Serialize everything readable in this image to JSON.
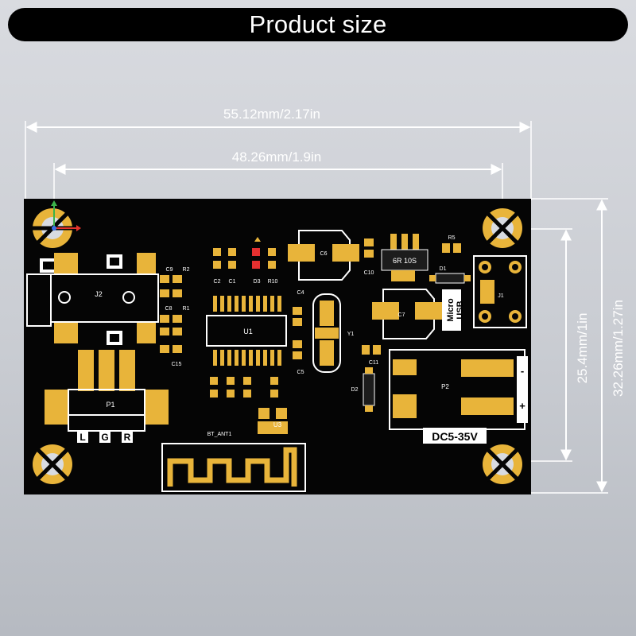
{
  "header": {
    "title": "Product size"
  },
  "dimensions": {
    "total_width": "55.12mm/2.17in",
    "hole_spacing_width": "48.26mm/1.9in",
    "hole_spacing_height": "25.4mm/1in",
    "total_height": "32.26mm/1.27in"
  },
  "board": {
    "color_board": "#050505",
    "color_pad": "#e8b43a",
    "color_silk": "#ffffff",
    "labels": {
      "g": "G",
      "l": "L",
      "r": "R",
      "j2": "J2",
      "p1": "P1",
      "p1_l": "L",
      "p1_g": "G",
      "p1_r": "R",
      "c9": "C9",
      "r2": "R2",
      "c8": "C8",
      "r1": "R1",
      "c15": "C15",
      "c2": "C2",
      "c1": "C1",
      "d3": "D3",
      "r10": "R10",
      "u1": "U1",
      "c4": "C4",
      "c5": "C5",
      "y1": "Y1",
      "u3": "U3",
      "c6": "C6",
      "c10": "C10",
      "r5": "R5",
      "ic_mark": "6R 10S",
      "d1": "D1",
      "c7": "C7",
      "c11": "C11",
      "d2": "D2",
      "j1": "J1",
      "micro": "Micro",
      "usb": "USB",
      "p2": "P2",
      "minus": "-",
      "plus": "+",
      "voltage": "DC5-35V",
      "bt_ant": "BT_ANT1"
    }
  }
}
